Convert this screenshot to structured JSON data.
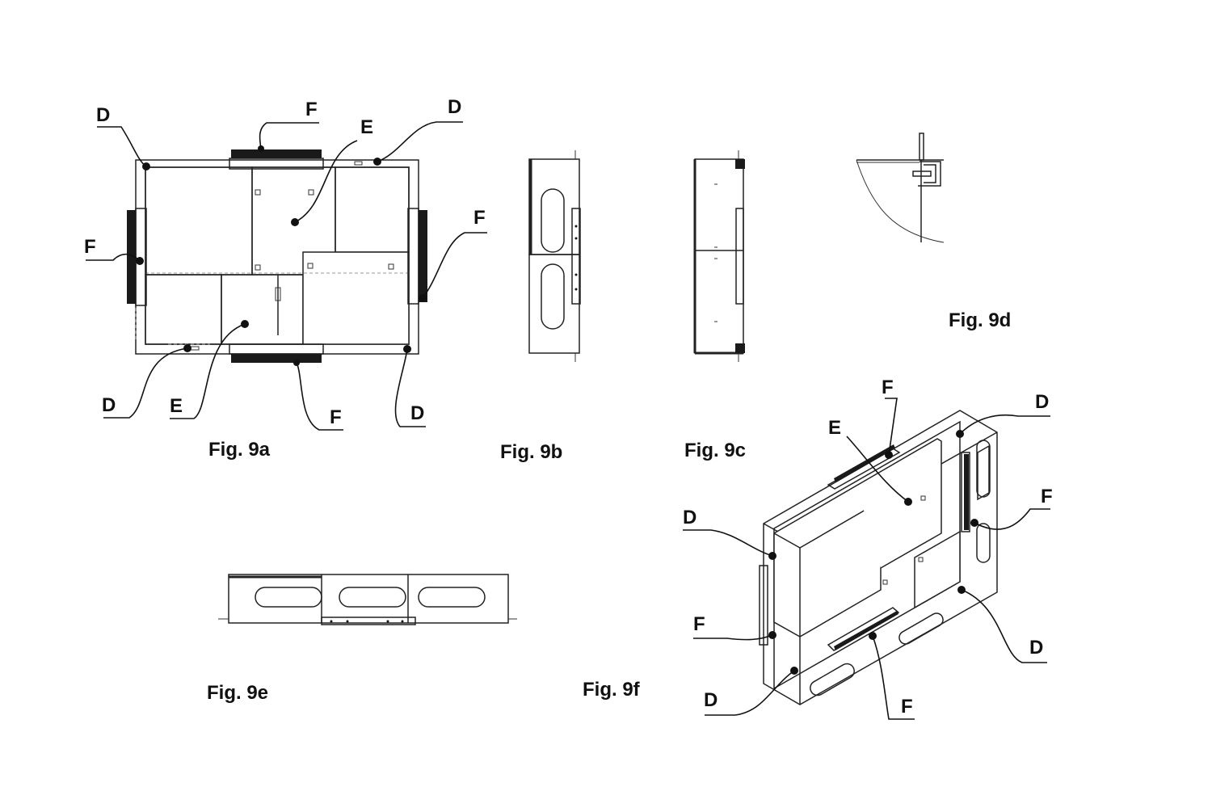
{
  "figures": {
    "fig_9a": {
      "caption": "Fig. 9a",
      "labels": {
        "d_top_left": "D",
        "f_top": "F",
        "d_top_right": "D",
        "e_top": "E",
        "f_left": "F",
        "f_right": "F",
        "d_bottom_left": "D",
        "e_bottom": "E",
        "f_bottom": "F",
        "d_bottom_right": "D"
      }
    },
    "fig_9b": {
      "caption": "Fig. 9b"
    },
    "fig_9c": {
      "caption": "Fig. 9c"
    },
    "fig_9d": {
      "caption": "Fig. 9d"
    },
    "fig_9e": {
      "caption": "Fig. 9e"
    },
    "fig_9f": {
      "caption": "Fig. 9f",
      "labels": {
        "f_top": "F",
        "d_top_right": "D",
        "e": "E",
        "f_right": "F",
        "d_left": "D",
        "f_left": "F",
        "d_right": "D",
        "d_bottom_left": "D",
        "f_bottom": "F"
      }
    }
  }
}
